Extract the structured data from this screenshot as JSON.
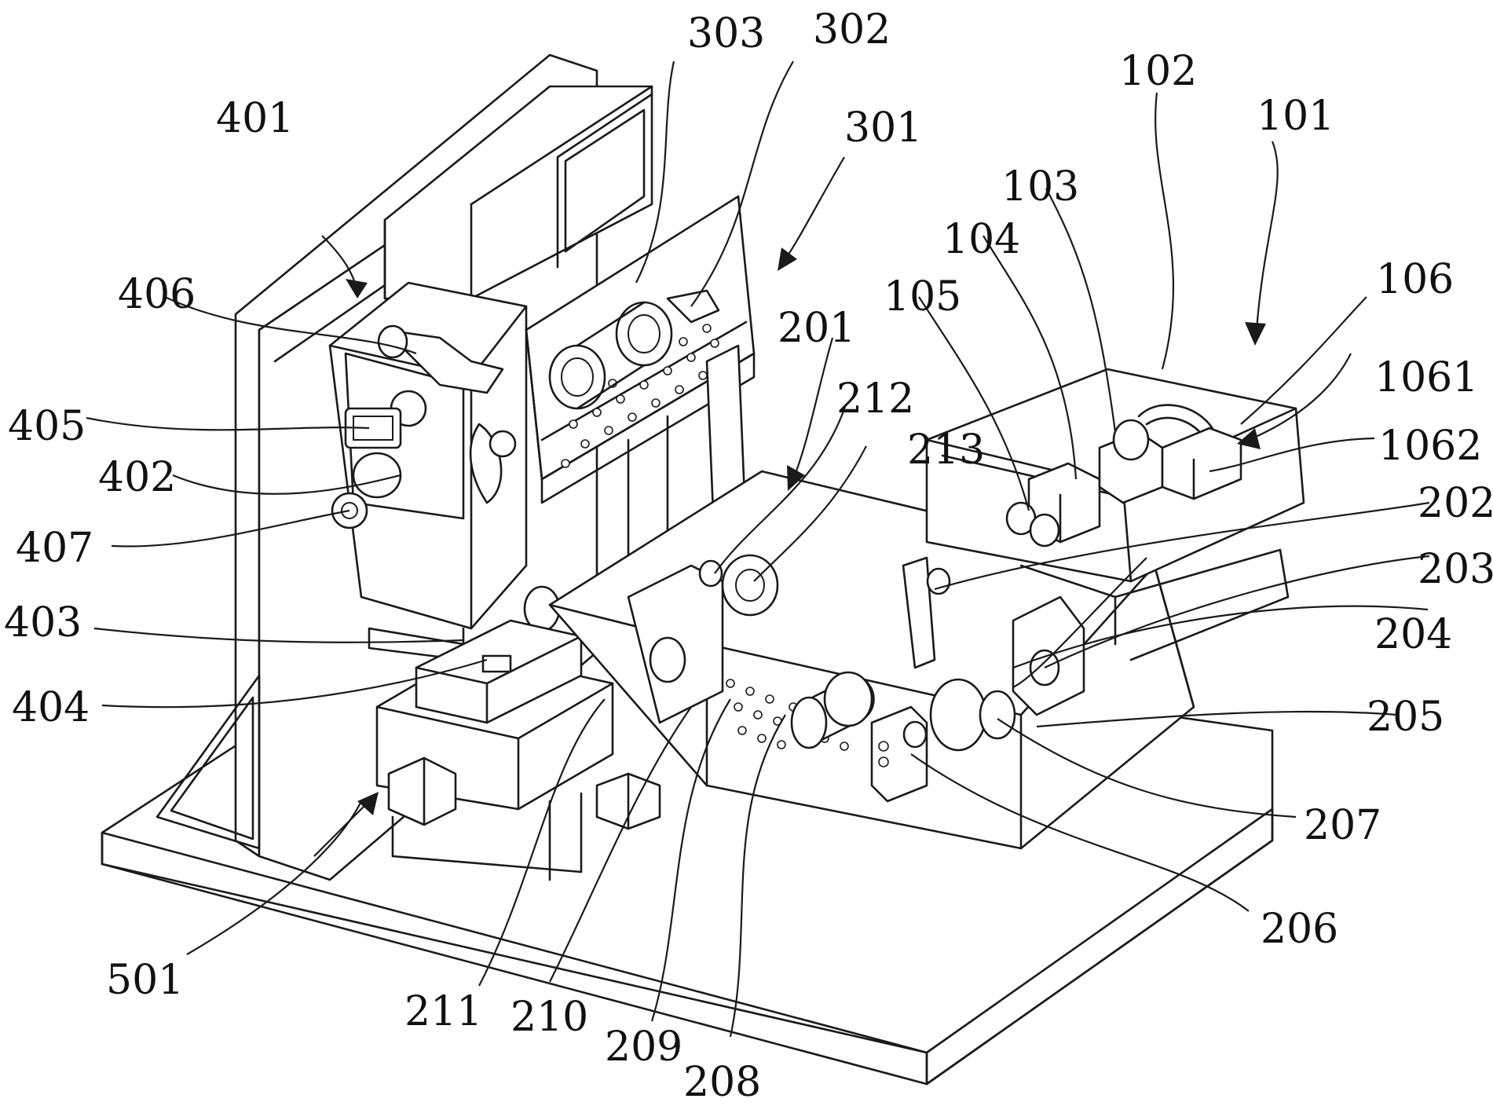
{
  "callouts": [
    {
      "id": "c-303",
      "text": "303"
    },
    {
      "id": "c-302",
      "text": "302"
    },
    {
      "id": "c-102",
      "text": "102"
    },
    {
      "id": "c-401",
      "text": "401"
    },
    {
      "id": "c-301",
      "text": "301"
    },
    {
      "id": "c-101",
      "text": "101"
    },
    {
      "id": "c-103",
      "text": "103"
    },
    {
      "id": "c-104",
      "text": "104"
    },
    {
      "id": "c-106",
      "text": "106"
    },
    {
      "id": "c-406",
      "text": "406"
    },
    {
      "id": "c-105",
      "text": "105"
    },
    {
      "id": "c-201",
      "text": "201"
    },
    {
      "id": "c-1061",
      "text": "1061"
    },
    {
      "id": "c-212",
      "text": "212"
    },
    {
      "id": "c-405",
      "text": "405"
    },
    {
      "id": "c-213",
      "text": "213"
    },
    {
      "id": "c-1062",
      "text": "1062"
    },
    {
      "id": "c-402",
      "text": "402"
    },
    {
      "id": "c-202",
      "text": "202"
    },
    {
      "id": "c-407",
      "text": "407"
    },
    {
      "id": "c-203",
      "text": "203"
    },
    {
      "id": "c-403",
      "text": "403"
    },
    {
      "id": "c-204",
      "text": "204"
    },
    {
      "id": "c-404",
      "text": "404"
    },
    {
      "id": "c-205",
      "text": "205"
    },
    {
      "id": "c-207",
      "text": "207"
    },
    {
      "id": "c-206",
      "text": "206"
    },
    {
      "id": "c-501",
      "text": "501"
    },
    {
      "id": "c-211",
      "text": "211"
    },
    {
      "id": "c-210",
      "text": "210"
    },
    {
      "id": "c-209",
      "text": "209"
    },
    {
      "id": "c-208",
      "text": "208"
    }
  ]
}
